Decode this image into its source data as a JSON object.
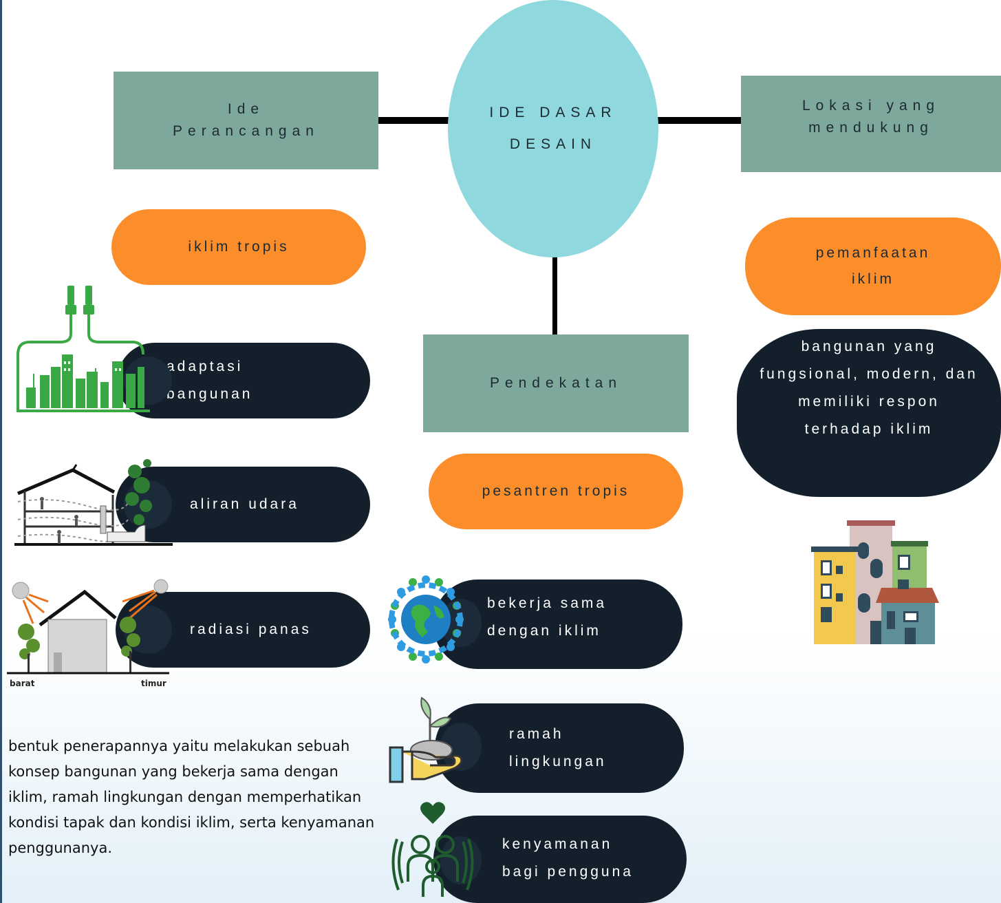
{
  "center": {
    "title": "IDE DASAR DESAIN"
  },
  "left": {
    "header": "Ide Perancangan",
    "orange": "iklim tropis",
    "items": [
      "adaptasi bangunan",
      "aliran udara",
      "radiasi panas"
    ],
    "sun_labels": {
      "west": "barat",
      "east": "timur"
    },
    "paragraph": "bentuk penerapannya yaitu melakukan sebuah konsep bangunan yang bekerja sama dengan iklim, ramah lingkungan dengan memperhatikan kondisi tapak dan kondisi iklim, serta kenyamanan penggunanya."
  },
  "middle": {
    "header": "Pendekatan",
    "orange": "pesantren tropis",
    "items": [
      "bekerja sama dengan iklim",
      "ramah lingkungan",
      "kenyamanan bagi pengguna"
    ]
  },
  "right": {
    "header": "Lokasi yang mendukung",
    "orange": "pemanfaatan iklim",
    "dark": "bangunan yang fungsional, modern, dan memiliki respon terhadap iklim"
  },
  "colors": {
    "box": "#7ea89c",
    "circle": "#8fd8de",
    "orange": "#fb8e2b",
    "dark": "#13202c"
  },
  "icons": [
    "eco-city-plug-icon",
    "airflow-section-icon",
    "sun-radiation-section-icon",
    "globe-people-icon",
    "hand-plant-icon",
    "people-heart-icon",
    "buildings-icon"
  ]
}
